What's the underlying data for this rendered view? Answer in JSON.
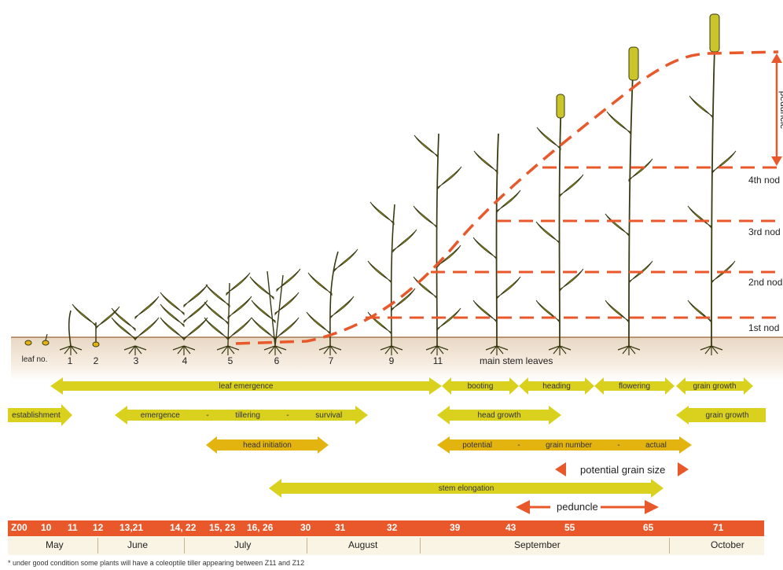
{
  "leaf_numbers": {
    "label": "leaf no.",
    "values": [
      "1",
      "2",
      "3",
      "4",
      "5",
      "6",
      "7",
      "9",
      "11"
    ],
    "main_stem_label": "main stem leaves"
  },
  "nodes": {
    "labels": [
      "1st nod",
      "2nd nod",
      "3rd nod",
      "4th nod"
    ],
    "peduncle_vertical": "peduncle"
  },
  "bars": {
    "leaf_emergence": "leaf emergence",
    "booting": "booting",
    "heading": "heading",
    "flowering": "flowering",
    "grain_growth_top": "grain growth",
    "establishment": "establishment",
    "emergence": "emergence",
    "dash1": "-",
    "tillering": "tillering",
    "dash2": "-",
    "survival": "survival",
    "head_growth": "head growth",
    "grain_growth_right": "grain growth",
    "head_initiation": "head initiation",
    "potential": "potential",
    "dash3": "-",
    "grain_number": "grain number",
    "dash4": "-",
    "actual": "actual",
    "potential_grain_size": "potential grain size",
    "stem_elongation": "stem elongation",
    "peduncle": "peduncle"
  },
  "zadoks": [
    "Z00",
    "10",
    "11",
    "12",
    "13,21",
    "14, 22",
    "15, 23",
    "16, 26",
    "30",
    "31",
    "32",
    "39",
    "43",
    "55",
    "65",
    "71"
  ],
  "months": [
    "May",
    "June",
    "July",
    "August",
    "September",
    "October"
  ],
  "footnote": "* under good condition some plants will have a coleoptile tiller appearing between Z11 and Z12",
  "colors": {
    "yellow_bar": "#d9d11d",
    "gold_bar": "#e3b40f",
    "orange": "#e8582a",
    "leaf_green": "#c9c52a",
    "leaf_dark": "#3a3a12"
  }
}
